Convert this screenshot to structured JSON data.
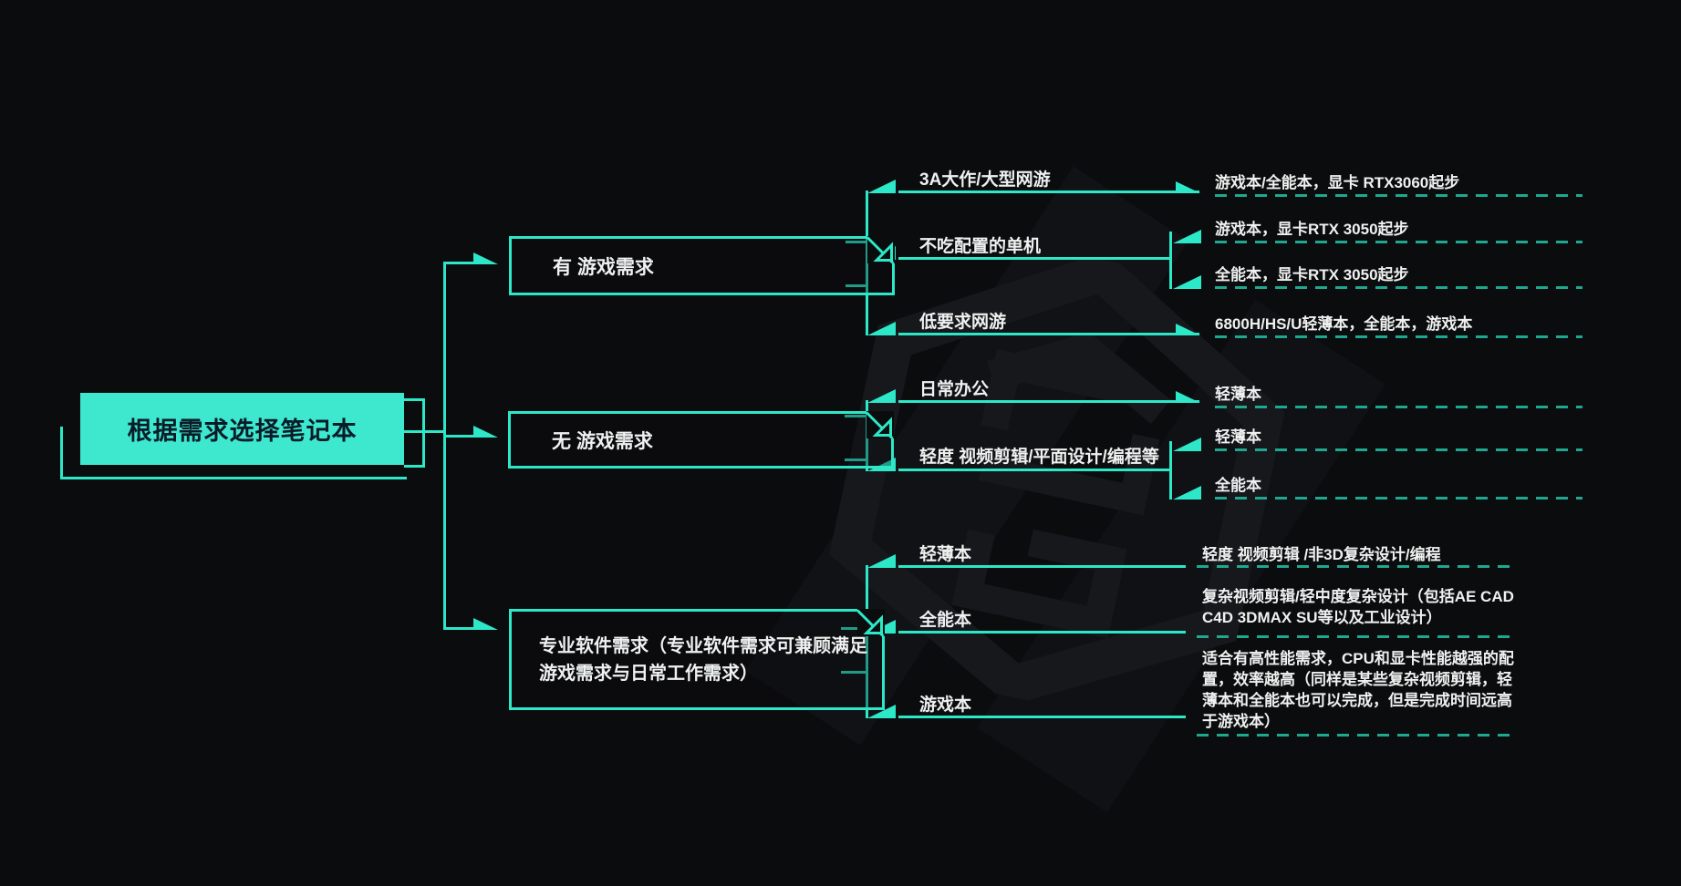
{
  "title": "根据需求选择笔记本思维导图",
  "colors": {
    "background": "#0b0c0e",
    "accent": "#2de8c8",
    "dash_line": "#1fa890",
    "root_fill": "#3de8cf"
  },
  "root": {
    "label": "根据需求选择笔记本"
  },
  "branches": [
    {
      "label": "有  游戏需求",
      "children": [
        {
          "label": "3A大作/大型网游",
          "leaves": [
            "游戏本/全能本，显卡 RTX3060起步"
          ]
        },
        {
          "label": "不吃配置的单机",
          "leaves": [
            "游戏本，显卡RTX 3050起步",
            "全能本，显卡RTX 3050起步"
          ]
        },
        {
          "label": "低要求网游",
          "leaves": [
            "6800H/HS/U轻薄本，全能本，游戏本"
          ]
        }
      ]
    },
    {
      "label": "无  游戏需求",
      "children": [
        {
          "label": "日常办公",
          "leaves": [
            "轻薄本"
          ]
        },
        {
          "label": "轻度  视频剪辑/平面设计/编程等",
          "leaves": [
            "轻薄本",
            "全能本"
          ]
        }
      ]
    },
    {
      "label": "专业软件需求（专业软件需求可兼顾满足游戏需求与日常工作需求）",
      "children": [
        {
          "label": "轻薄本",
          "leaves": [
            "轻度 视频剪辑 /非3D复杂设计/编程"
          ]
        },
        {
          "label": "全能本",
          "leaves": [
            "复杂视频剪辑/轻中度复杂设计（包括AE CAD C4D 3DMAX SU等以及工业设计）"
          ]
        },
        {
          "label": "游戏本",
          "leaves": [
            "适合有高性能需求，CPU和显卡性能越强的配置，效率越高（同样是某些复杂视频剪辑，轻薄本和全能本也可以完成，但是完成时间远高于游戏本）"
          ]
        }
      ]
    }
  ]
}
